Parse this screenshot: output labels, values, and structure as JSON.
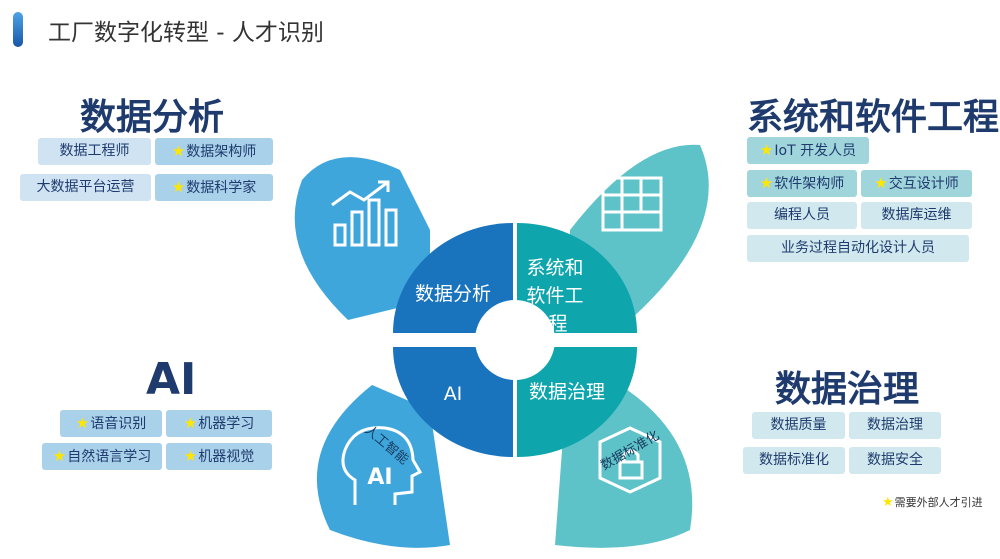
{
  "title": "工厂数字化转型 - 人才识别",
  "sections": {
    "analytics": {
      "heading": "数据分析",
      "tags": [
        {
          "label": "数据工程师",
          "external": false
        },
        {
          "label": "数据架构师",
          "external": true
        },
        {
          "label": "大数据平台运营",
          "external": false
        },
        {
          "label": "数据科学家",
          "external": true
        }
      ]
    },
    "systems": {
      "heading": "系统和软件工程",
      "tags": [
        {
          "label": "IoT 开发人员",
          "external": true
        },
        {
          "label": "软件架构师",
          "external": true
        },
        {
          "label": "交互设计师",
          "external": true
        },
        {
          "label": "编程人员",
          "external": false
        },
        {
          "label": "数据库运维",
          "external": false
        },
        {
          "label": "业务过程自动化设计人员",
          "external": false
        }
      ]
    },
    "ai": {
      "heading": "AI",
      "tags": [
        {
          "label": "语音识别",
          "external": true
        },
        {
          "label": "机器学习",
          "external": true
        },
        {
          "label": "自然语言学习",
          "external": true
        },
        {
          "label": "机器视觉",
          "external": true
        }
      ]
    },
    "governance": {
      "heading": "数据治理",
      "tags": [
        {
          "label": "数据质量",
          "external": false
        },
        {
          "label": "数据治理",
          "external": false
        },
        {
          "label": "数据标准化",
          "external": false
        },
        {
          "label": "数据安全",
          "external": false
        }
      ]
    }
  },
  "center": {
    "q1": "数据分析",
    "q2_lines": [
      "系统和",
      "软件工",
      "程"
    ],
    "q3": "AI",
    "q4": "数据治理"
  },
  "icon_labels": {
    "ai_badge": "AI",
    "ai_arc": "人工智能",
    "gov_arc": "数据标准化"
  },
  "legend": {
    "star": "★",
    "text": "需要外部人才引进"
  },
  "colors": {
    "blue_dark": "#1a73bd",
    "blue_petal": "#3fa6dc",
    "teal_dark": "#0fa5ad",
    "teal_petal": "#5ec3c9",
    "heading": "#1f3b6e",
    "star": "#ffe600"
  }
}
